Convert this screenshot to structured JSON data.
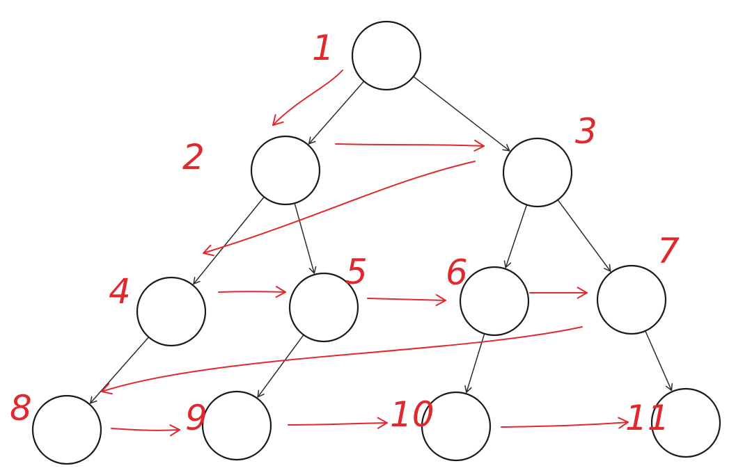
{
  "diagram": {
    "type": "binary-tree-level-order-traversal",
    "colors": {
      "node_stroke": "#1a1a1a",
      "edge": "#2a2a2a",
      "traversal": "#e0282d",
      "background": "#ffffff"
    },
    "nodes": [
      {
        "id": 1,
        "label": "1"
      },
      {
        "id": 2,
        "label": "2"
      },
      {
        "id": 3,
        "label": "3"
      },
      {
        "id": 4,
        "label": "4"
      },
      {
        "id": 5,
        "label": "5"
      },
      {
        "id": 6,
        "label": "6"
      },
      {
        "id": 7,
        "label": "7"
      },
      {
        "id": 8,
        "label": "8"
      },
      {
        "id": 9,
        "label": "9"
      },
      {
        "id": 10,
        "label": "10"
      },
      {
        "id": 11,
        "label": "11"
      }
    ],
    "edges": [
      {
        "from": 1,
        "to": 2
      },
      {
        "from": 1,
        "to": 3
      },
      {
        "from": 2,
        "to": 4
      },
      {
        "from": 2,
        "to": 5
      },
      {
        "from": 3,
        "to": 6
      },
      {
        "from": 3,
        "to": 7
      },
      {
        "from": 4,
        "to": 8
      },
      {
        "from": 5,
        "to": 9
      },
      {
        "from": 6,
        "to": 10
      },
      {
        "from": 7,
        "to": 11
      }
    ],
    "traversal_order": [
      1,
      2,
      3,
      4,
      5,
      6,
      7,
      8,
      9,
      10,
      11
    ]
  }
}
